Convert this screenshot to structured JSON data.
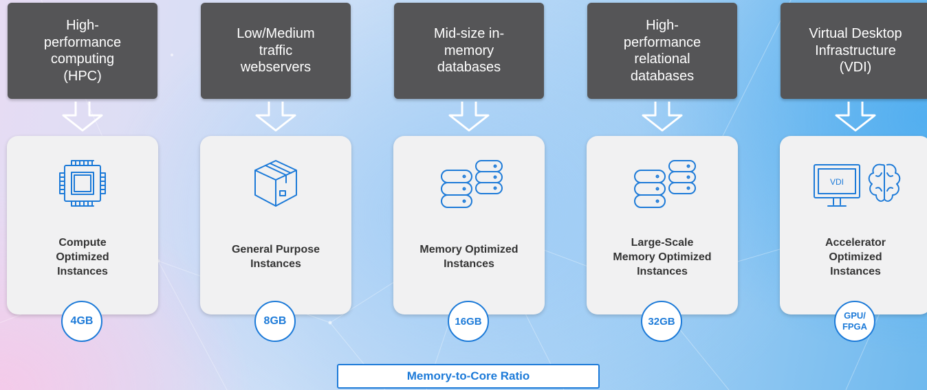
{
  "columns": [
    {
      "label": "High-\nperformance\ncomputing\n(HPC)",
      "title": "Compute\nOptimized\nInstances",
      "badge": "4GB",
      "icon": "cpu-chip-icon"
    },
    {
      "label": "Low/Medium\ntraffic\nwebservers",
      "title": "General Purpose\nInstances",
      "badge": "8GB",
      "icon": "package-box-icon"
    },
    {
      "label": "Mid-size in-\nmemory\ndatabases",
      "title": "Memory Optimized\nInstances",
      "badge": "16GB",
      "icon": "database-stack-icon"
    },
    {
      "label": "High-\nperformance\nrelational\ndatabases",
      "title": "Large-Scale\nMemory Optimized\nInstances",
      "badge": "32GB",
      "icon": "database-stack-icon"
    },
    {
      "label": "Virtual Desktop\nInfrastructure\n(VDI)",
      "title": "Accelerator\nOptimized\nInstances",
      "badge": "GPU/\nFPGA",
      "icon": "vdi-monitor-brain-icon",
      "icon_text": "VDI"
    }
  ],
  "footer": {
    "label": "Memory-to-Core Ratio"
  },
  "colors": {
    "accent": "#1c7ad8",
    "label_bg": "#555557",
    "card_bg": "#f1f1f2"
  }
}
